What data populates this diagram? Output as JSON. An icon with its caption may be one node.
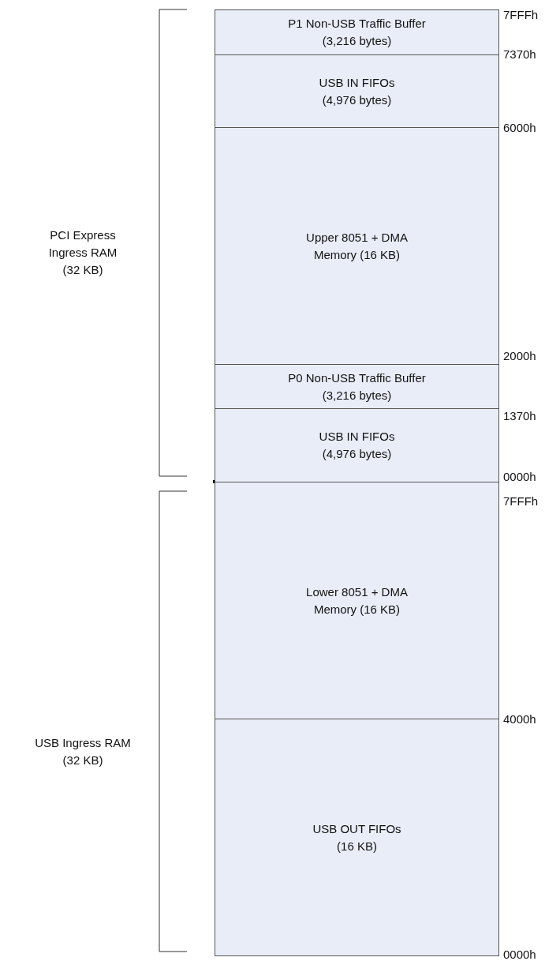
{
  "diagram": {
    "nodes": [
      {
        "text": [
          "P1 Non-USB Traffic Buffer",
          "(3,216 bytes)"
        ]
      },
      {
        "text": [
          "USB IN FIFOs",
          "(4,976 bytes)"
        ]
      },
      {
        "text": [
          "Upper 8051 + DMA Memory (16 KB)"
        ]
      },
      {
        "text": [
          "P0 Non-USB Traffic Buffer",
          "(3,216 bytes)"
        ]
      },
      {
        "text": [
          "USB IN FIFOs",
          "(4,976 bytes)"
        ]
      },
      {
        "text": [
          "Lower 8051 + DMA Memory (16 KB)"
        ]
      },
      {
        "text": [
          "USB OUT FIFOs",
          "(16 KB)"
        ]
      }
    ],
    "labels": [
      "7FFFh",
      "7370h",
      "6000h",
      "PCI Express Ingress RAM (32 KB)",
      "2000h",
      "1370h",
      "0000h",
      "7FFFh",
      "4000h",
      "USB Ingress RAM (32 KB)",
      "0000h"
    ]
  }
}
